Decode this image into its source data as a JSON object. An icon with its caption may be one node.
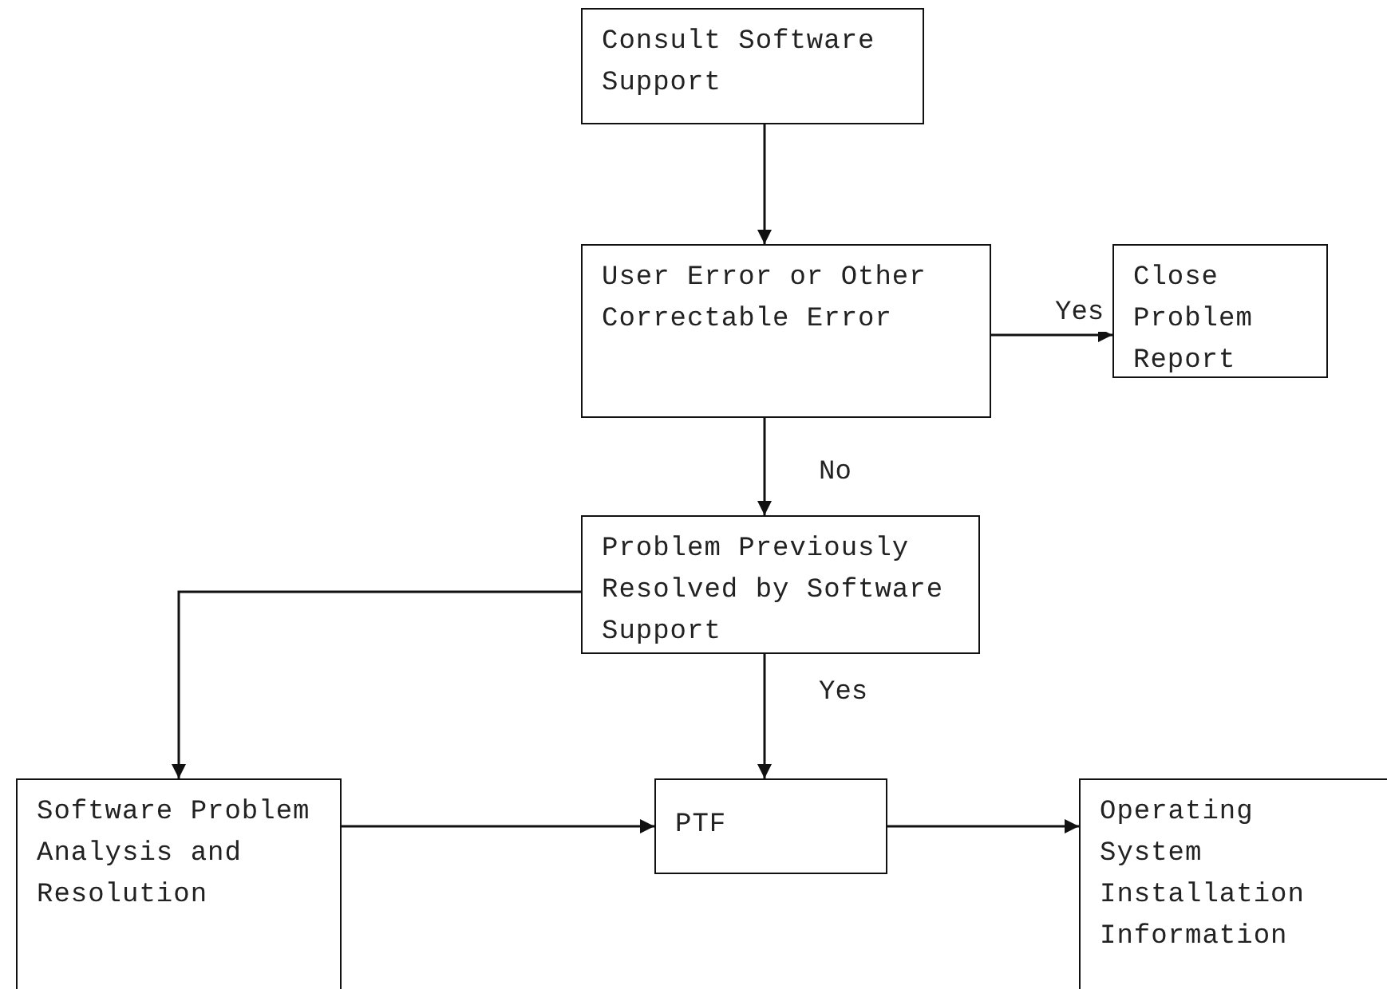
{
  "diagram": {
    "nodes": [
      {
        "text": [
          "Consult Software Support"
        ]
      },
      {
        "text": [
          "User Error or Other Correctable Error"
        ]
      },
      {
        "text": [
          "Close Problem Report"
        ]
      },
      {
        "text": [
          "Problem Previously Resolved by Software Support"
        ]
      },
      {
        "text": [
          "Software Problem Analysis and Resolution"
        ]
      },
      {
        "text": [
          "PTF"
        ]
      },
      {
        "text": [
          "Operating System Installation Information"
        ]
      }
    ],
    "edges": [
      {
        "from": 0,
        "to": 1,
        "arrow": "to"
      },
      {
        "from": 1,
        "to": 2,
        "arrow": "to",
        "label": "Yes"
      },
      {
        "from": 1,
        "to": 3,
        "arrow": "to",
        "label": "No"
      },
      {
        "from": 3,
        "to": 4,
        "arrow": "to"
      },
      {
        "from": 3,
        "to": 5,
        "arrow": "to",
        "label": "Yes"
      },
      {
        "from": 4,
        "to": 5,
        "arrow": "to"
      },
      {
        "from": 5,
        "to": 6,
        "arrow": "to"
      }
    ]
  }
}
